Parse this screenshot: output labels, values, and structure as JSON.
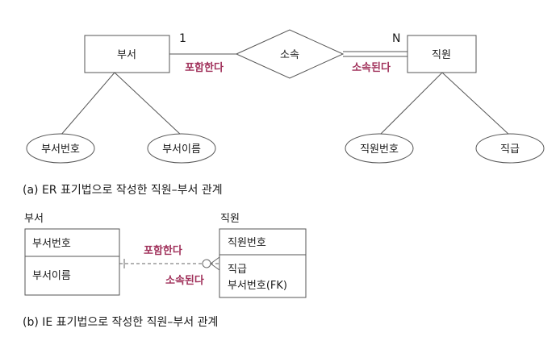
{
  "er": {
    "entity_left": "부서",
    "entity_right": "직원",
    "relationship": "소속",
    "card_left": "1",
    "card_right": "N",
    "role_left": "포함한다",
    "role_right": "소속된다",
    "attrs_left": [
      "부서번호",
      "부서이름"
    ],
    "attrs_right": [
      "직원번호",
      "직급"
    ],
    "caption": "(a) ER 표기법으로 작성한 직원–부서 관계"
  },
  "ie": {
    "left_title": "부서",
    "right_title": "직원",
    "left_key": "부서번호",
    "left_attr": "부서이름",
    "right_key": "직원번호",
    "right_attr1": "직급",
    "right_attr2": "부서번호(FK)",
    "role_left": "포함한다",
    "role_right": "소속된다",
    "caption": "(b) IE 표기법으로 작성한 직원–부서 관계"
  }
}
